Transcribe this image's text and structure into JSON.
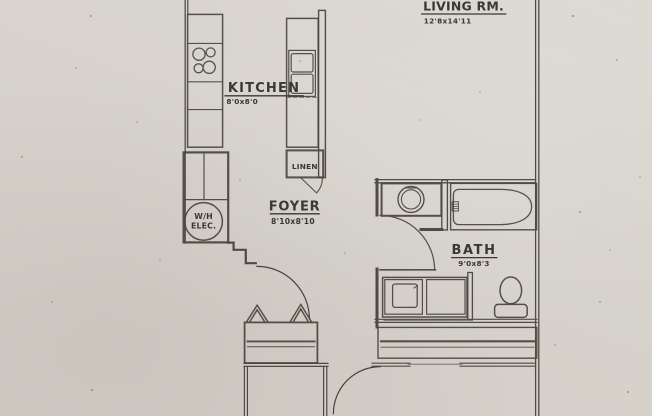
{
  "canvas": {
    "paper_color": "#d8d4cd",
    "ink_color": "#45423b",
    "text_color": "#3b3833"
  },
  "rooms": {
    "living_room": {
      "label": "LIVING RM.",
      "dims": "12'8x14'11"
    },
    "kitchen": {
      "label": "KITCHEN",
      "dims": "8'0x8'0"
    },
    "foyer": {
      "label": "FOYER",
      "dims": "8'10x8'10"
    },
    "bath": {
      "label": "BATH",
      "dims": "9'0x8'3"
    }
  },
  "closets": {
    "linen": {
      "label": "LINEN"
    },
    "utility": {
      "line1": "W/H",
      "line2": "ELEC."
    }
  }
}
